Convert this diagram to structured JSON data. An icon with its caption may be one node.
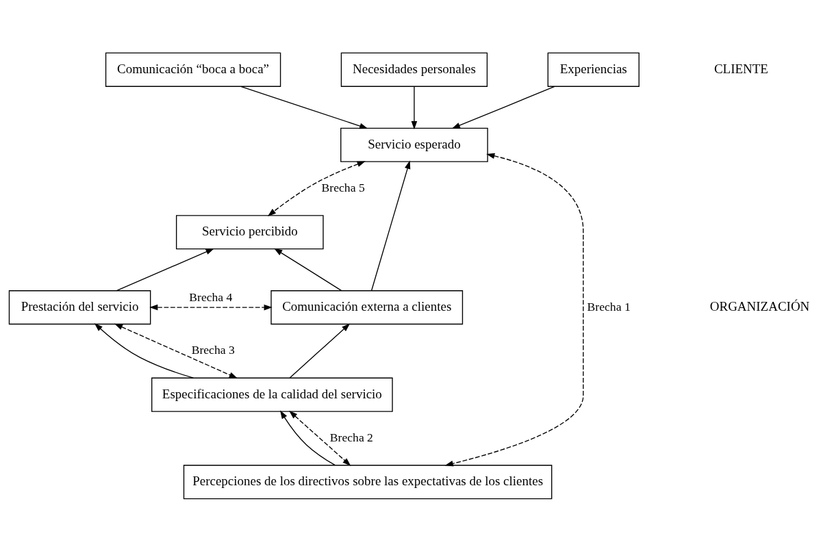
{
  "diagram": {
    "nodes": [
      {
        "text": [
          "Comunicación “boca a boca”"
        ]
      },
      {
        "text": [
          "Necesidades personales"
        ]
      },
      {
        "text": [
          "Experiencias"
        ]
      },
      {
        "text": [
          "Servicio esperado"
        ]
      },
      {
        "text": [
          "Servicio percibido"
        ]
      },
      {
        "text": [
          "Prestación del servicio"
        ]
      },
      {
        "text": [
          "Comunicación externa a clientes"
        ]
      },
      {
        "text": [
          "Especificaciones de la calidad del servicio"
        ]
      },
      {
        "text": [
          "Percepciones de los directivos sobre las expectativas de los clientes"
        ]
      }
    ],
    "edges": [
      {
        "from": 0,
        "to": 3,
        "arrow": "to"
      },
      {
        "from": 1,
        "to": 3,
        "arrow": "to"
      },
      {
        "from": 2,
        "to": 3,
        "arrow": "to"
      },
      {
        "from": 6,
        "to": 3,
        "arrow": "to"
      },
      {
        "from": 6,
        "to": 4,
        "arrow": "to"
      },
      {
        "from": 3,
        "to": 4,
        "arrow": "both",
        "style": "dashed",
        "label": "Brecha 5"
      },
      {
        "from": 5,
        "to": 4,
        "arrow": "to"
      },
      {
        "from": 5,
        "to": 6,
        "arrow": "both",
        "style": "dashed",
        "label": "Brecha 4"
      },
      {
        "from": 7,
        "to": 5,
        "arrow": "to"
      },
      {
        "from": 7,
        "to": 5,
        "arrow": "both",
        "style": "dashed",
        "label": "Brecha 3"
      },
      {
        "from": 7,
        "to": 6,
        "arrow": "to"
      },
      {
        "from": 8,
        "to": 7,
        "arrow": "to"
      },
      {
        "from": 8,
        "to": 7,
        "arrow": "both",
        "style": "dashed",
        "label": "Brecha 2"
      },
      {
        "from": 3,
        "to": 8,
        "arrow": "both",
        "style": "dashed",
        "label": "Brecha 1"
      }
    ],
    "labels": [
      "CLIENTE",
      "ORGANIZACIÓN"
    ]
  }
}
